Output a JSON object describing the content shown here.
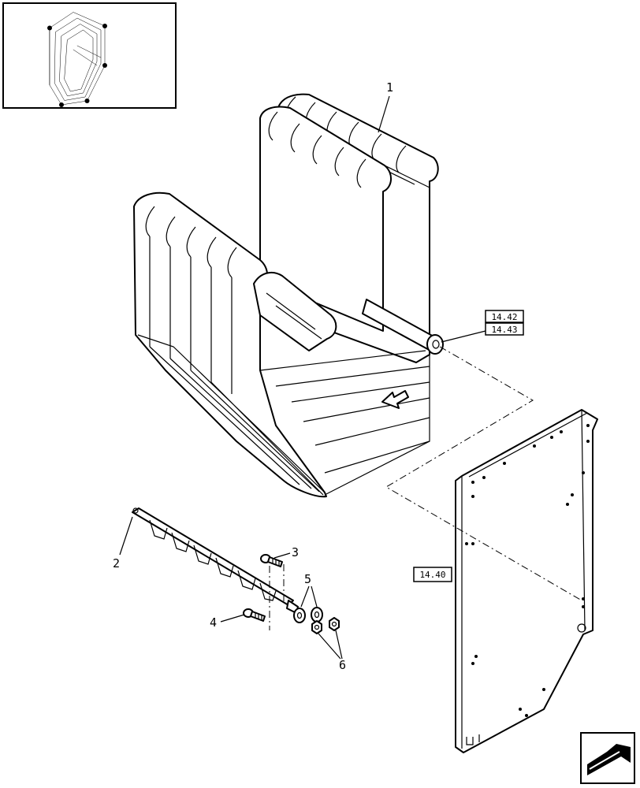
{
  "callouts": [
    {
      "id": "c1",
      "number": "1"
    },
    {
      "id": "c2",
      "number": "2"
    },
    {
      "id": "c3",
      "number": "3"
    },
    {
      "id": "c4",
      "number": "4"
    },
    {
      "id": "c5",
      "number": "5"
    },
    {
      "id": "c6",
      "number": "6"
    }
  ],
  "references": [
    {
      "id": "r1",
      "code": "14.42"
    },
    {
      "id": "r2",
      "code": "14.43"
    },
    {
      "id": "r3",
      "code": "14.40"
    }
  ],
  "icons": {
    "thumbnail": "assembly-thumbnail-icon",
    "navigation": "next-page-arrow-icon"
  }
}
